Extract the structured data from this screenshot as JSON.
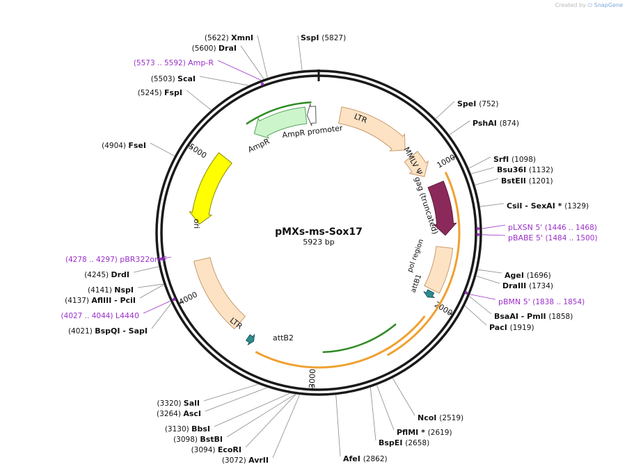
{
  "credit": {
    "prefix": "Created by",
    "brand": "SnapGene"
  },
  "plasmid": {
    "name": "pMXs-ms-Sox17",
    "length": "5923 bp",
    "total_bp": 5923
  },
  "colors": {
    "feature_purple": "#9b30c8",
    "ori_yellow": "#ffff00",
    "amp_green": "#ccf5cc",
    "ltr_tan": "#fde2c4",
    "gag_maroon": "#8b2a5a",
    "orf_orange": "#f0a030",
    "orf_green": "#2e8b22"
  },
  "ruler": [
    {
      "bp": 1000,
      "label": "1000"
    },
    {
      "bp": 2000,
      "label": "2000"
    },
    {
      "bp": 3000,
      "label": "3000"
    },
    {
      "bp": 4000,
      "label": "4000"
    },
    {
      "bp": 5000,
      "label": "5000"
    }
  ],
  "sites": [
    {
      "name": "SspI",
      "pos": "(5827)",
      "side": "right",
      "kind": "enzyme"
    },
    {
      "name": "XmnI",
      "pos": "(5622)",
      "side": "left",
      "kind": "enzyme"
    },
    {
      "name": "DraI",
      "pos": "(5600)",
      "side": "left",
      "kind": "enzyme"
    },
    {
      "name": "Amp-R",
      "pos": "(5573 .. 5592)",
      "side": "left",
      "kind": "primer"
    },
    {
      "name": "ScaI",
      "pos": "(5503)",
      "side": "left",
      "kind": "enzyme"
    },
    {
      "name": "FspI",
      "pos": "(5245)",
      "side": "left",
      "kind": "enzyme"
    },
    {
      "name": "FseI",
      "pos": "(4904)",
      "side": "left",
      "kind": "enzyme"
    },
    {
      "name": "pBR322ori-F",
      "pos": "(4278 .. 4297)",
      "side": "left",
      "kind": "primer"
    },
    {
      "name": "DrdI",
      "pos": "(4245)",
      "side": "left",
      "kind": "enzyme"
    },
    {
      "name": "NspI",
      "pos": "(4141)",
      "side": "left",
      "kind": "enzyme"
    },
    {
      "name": "AflIII - PciI",
      "pos": "(4137)",
      "side": "left",
      "kind": "enzyme"
    },
    {
      "name": "L4440",
      "pos": "(4027 .. 4044)",
      "side": "left",
      "kind": "primer"
    },
    {
      "name": "BspQI - SapI",
      "pos": "(4021)",
      "side": "left",
      "kind": "enzyme"
    },
    {
      "name": "SpeI",
      "pos": "(752)",
      "side": "right",
      "kind": "enzyme"
    },
    {
      "name": "PshAI",
      "pos": "(874)",
      "side": "right",
      "kind": "enzyme"
    },
    {
      "name": "SrfI",
      "pos": "(1098)",
      "side": "right",
      "kind": "enzyme"
    },
    {
      "name": "Bsu36I",
      "pos": "(1132)",
      "side": "right",
      "kind": "enzyme"
    },
    {
      "name": "BstEII",
      "pos": "(1201)",
      "side": "right",
      "kind": "enzyme"
    },
    {
      "name": "CsiI - SexAI *",
      "pos": "(1329)",
      "side": "right",
      "kind": "enzyme"
    },
    {
      "name": "pLXSN 5'",
      "pos": "(1446 .. 1468)",
      "side": "right",
      "kind": "primer"
    },
    {
      "name": "pBABE 5'",
      "pos": "(1484 .. 1500)",
      "side": "right",
      "kind": "primer"
    },
    {
      "name": "AgeI",
      "pos": "(1696)",
      "side": "right",
      "kind": "enzyme"
    },
    {
      "name": "DraIII",
      "pos": "(1734)",
      "side": "right",
      "kind": "enzyme"
    },
    {
      "name": "pBMN 5'",
      "pos": "(1838 .. 1854)",
      "side": "right",
      "kind": "primer"
    },
    {
      "name": "BsaAI - PmlI",
      "pos": "(1858)",
      "side": "right",
      "kind": "enzyme"
    },
    {
      "name": "PacI",
      "pos": "(1919)",
      "side": "right",
      "kind": "enzyme"
    },
    {
      "name": "NcoI",
      "pos": "(2519)",
      "side": "right",
      "kind": "enzyme"
    },
    {
      "name": "PflMI *",
      "pos": "(2619)",
      "side": "right",
      "kind": "enzyme"
    },
    {
      "name": "BspEI",
      "pos": "(2658)",
      "side": "right",
      "kind": "enzyme"
    },
    {
      "name": "AfeI",
      "pos": "(2862)",
      "side": "right",
      "kind": "enzyme"
    },
    {
      "name": "SalI",
      "pos": "(3320)",
      "side": "left",
      "kind": "enzyme"
    },
    {
      "name": "AscI",
      "pos": "(3264)",
      "side": "left",
      "kind": "enzyme"
    },
    {
      "name": "BbsI",
      "pos": "(3130)",
      "side": "left",
      "kind": "enzyme"
    },
    {
      "name": "BstBI",
      "pos": "(3098)",
      "side": "left",
      "kind": "enzyme"
    },
    {
      "name": "EcoRI",
      "pos": "(3094)",
      "side": "left",
      "kind": "enzyme"
    },
    {
      "name": "AvrII",
      "pos": "(3072)",
      "side": "left",
      "kind": "enzyme"
    }
  ],
  "features": [
    {
      "name": "LTR",
      "type": "ltr"
    },
    {
      "name": "MMLV Ψ",
      "type": "ltr"
    },
    {
      "name": "gag (truncated)",
      "type": "gag"
    },
    {
      "name": "pol region",
      "type": "ltr"
    },
    {
      "name": "attB1",
      "type": "att"
    },
    {
      "name": "attB2",
      "type": "att"
    },
    {
      "name": "LTR",
      "type": "ltr"
    },
    {
      "name": "ori",
      "type": "ori"
    },
    {
      "name": "AmpR",
      "type": "amp"
    },
    {
      "name": "AmpR promoter",
      "type": "promoter"
    }
  ]
}
